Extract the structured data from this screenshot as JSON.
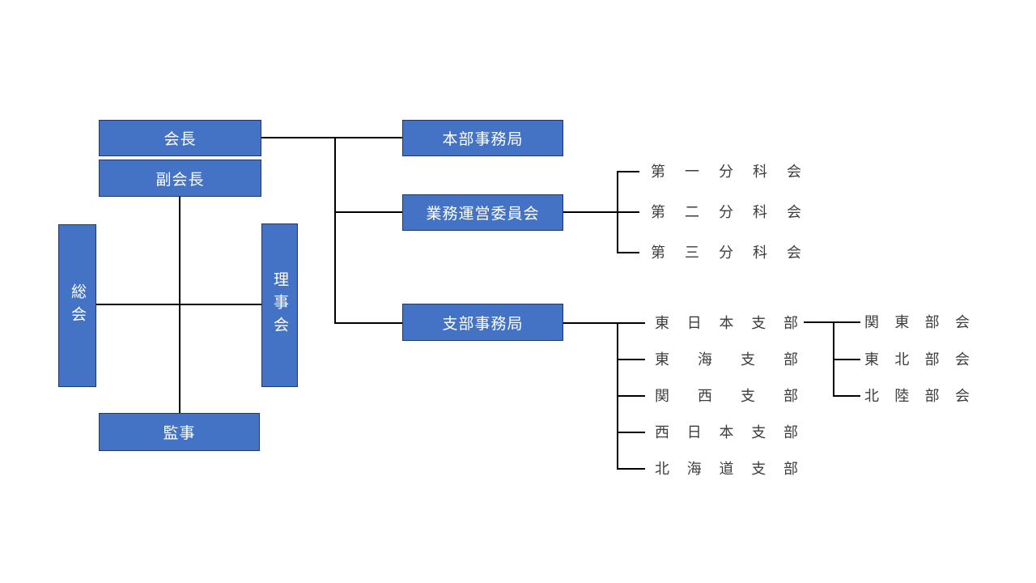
{
  "colors": {
    "box_fill": "#4472C4",
    "box_border": "#1F3864",
    "box_text": "#FFFFFF",
    "connector": "#000000",
    "label_text": "#3D3D3D",
    "background": "#FFFFFF"
  },
  "org": {
    "boxes": {
      "chairman": "会長",
      "vice_chairman": "副会長",
      "general_assembly": "総会",
      "board_of_directors": "理事会",
      "auditor": "監事",
      "hq_office": "本部事務局",
      "operations_committee": "業務運営委員会",
      "branch_office": "支部事務局"
    },
    "subcommittees": [
      "第一分科会",
      "第二分科会",
      "第三分科会"
    ],
    "branches": [
      "東日本支部",
      "東海支部",
      "関西支部",
      "西日本支部",
      "北海道支部"
    ],
    "sections": [
      "関東部会",
      "東北部会",
      "北陸部会"
    ]
  }
}
